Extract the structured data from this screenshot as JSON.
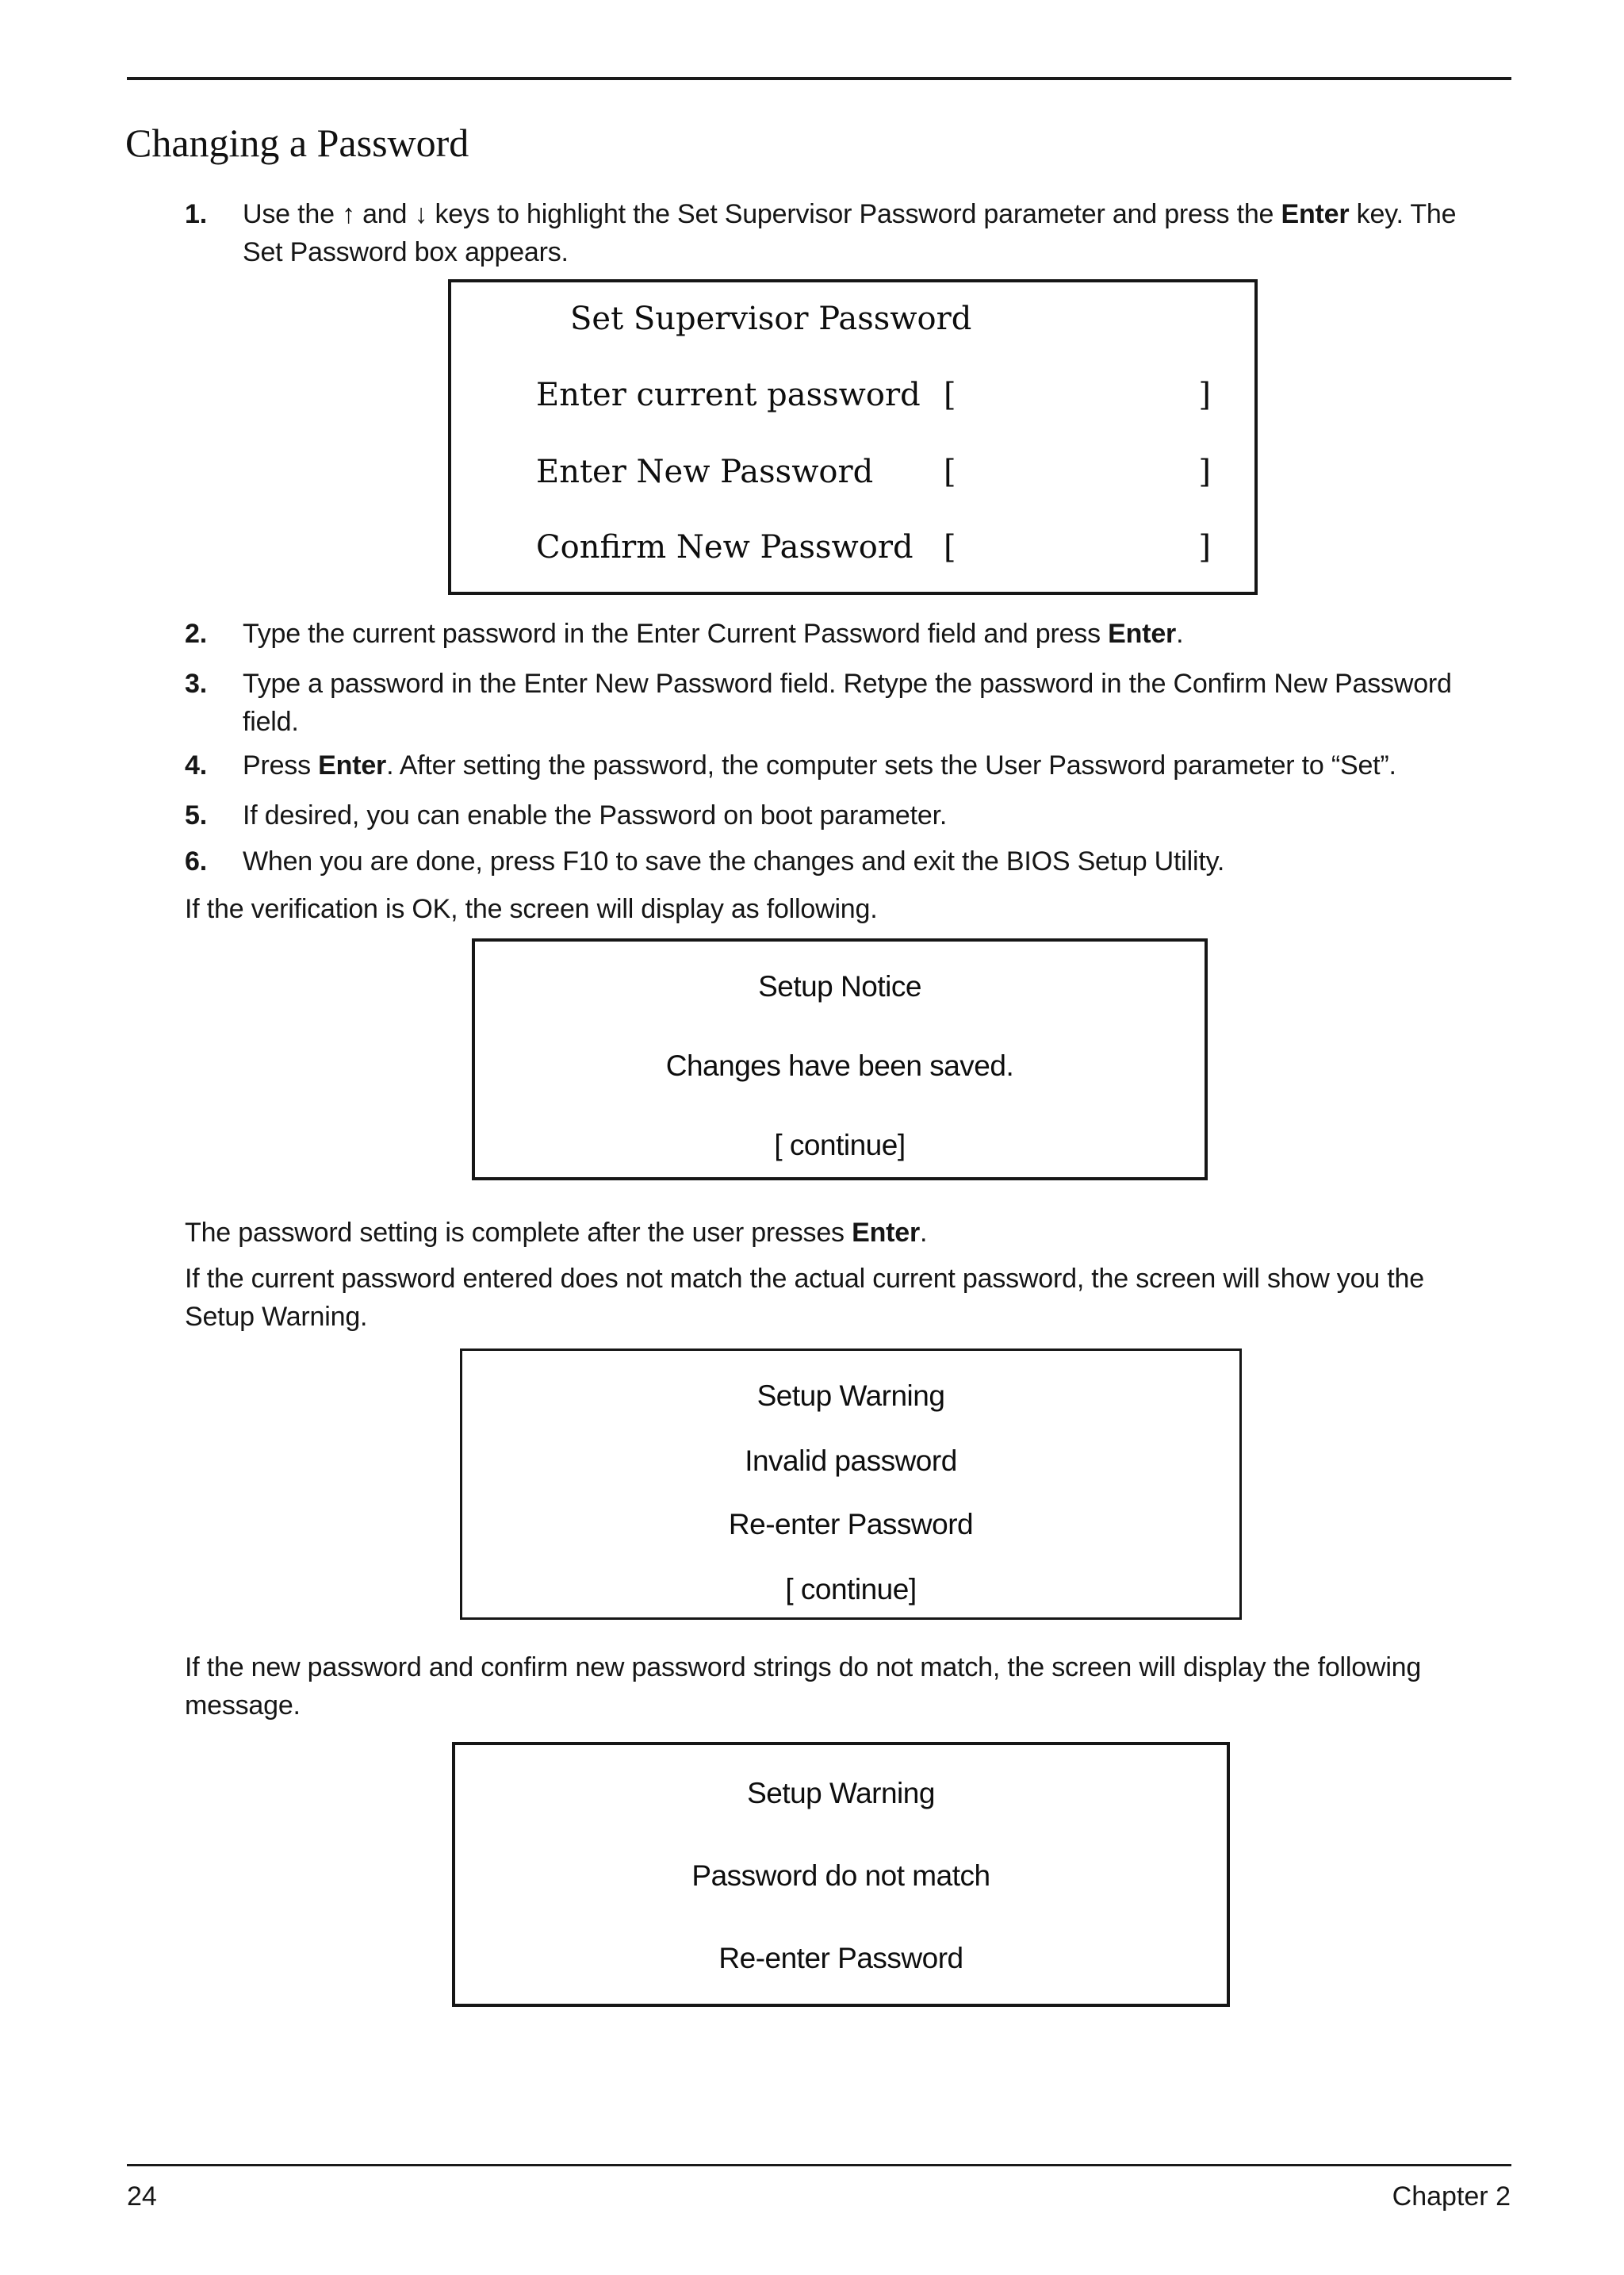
{
  "page": {
    "title": "Changing a Password"
  },
  "steps": [
    {
      "num": "1.",
      "pre": "Use the ↑ and ↓ keys to highlight the Set Supervisor Password parameter and press the ",
      "bold": "Enter",
      "post": " key. The",
      "line2": "Set Password box appears."
    },
    {
      "num": "2.",
      "pre": "Type the current password in the Enter Current Password field and press ",
      "bold": "Enter",
      "post": "."
    },
    {
      "num": "3.",
      "pre": "Type a password in the Enter New Password field. Retype the password in the Confirm New Password",
      "line2": "field."
    },
    {
      "num": "4.",
      "pre": "Press ",
      "bold": "Enter",
      "post": ". After setting the password, the computer sets the User Password parameter to “Set”."
    },
    {
      "num": "5.",
      "pre": "If desired, you can enable the Password on boot parameter."
    },
    {
      "num": "6.",
      "pre": "When you are done, press F10 to save the changes and exit the BIOS Setup Utility."
    }
  ],
  "paragraphs": {
    "verification": "If the verification is OK, the screen will display as following.",
    "complete_pre": "The password setting is complete after the user presses ",
    "complete_bold": "Enter",
    "complete_post": ".",
    "mismatch_current_line1": "If the current password entered does not match the actual current password, the screen will show you the",
    "mismatch_current_line2": "Setup Warning.",
    "mismatch_new_line1": "If the new password and confirm new password strings do not match, the screen will display the following",
    "mismatch_new_line2": "message."
  },
  "set_password_box": {
    "title": "Set Supervisor Password",
    "rows": [
      {
        "label": "Enter current password",
        "open": "[",
        "close": "]"
      },
      {
        "label": "Enter New Password",
        "open": "[",
        "close": "]"
      },
      {
        "label": "Confirm New Password",
        "open": "[",
        "close": "]"
      }
    ]
  },
  "setup_notice_box": {
    "title": "Setup Notice",
    "message": "Changes have been saved.",
    "continue_label": "[ continue]"
  },
  "setup_warning_invalid_box": {
    "title": "Setup Warning",
    "line1": "Invalid password",
    "line2": "Re-enter Password",
    "continue_label": "[ continue]"
  },
  "setup_warning_mismatch_box": {
    "title": "Setup Warning",
    "line1": "Password do not match",
    "line2": "Re-enter Password"
  },
  "footer": {
    "page_number": "24",
    "chapter": "Chapter 2"
  }
}
